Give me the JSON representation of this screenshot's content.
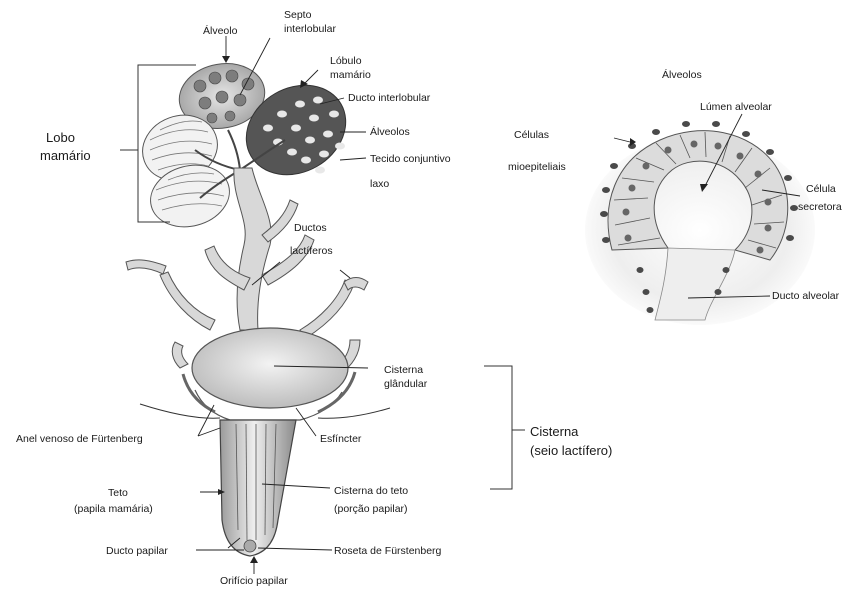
{
  "labels": {
    "alveolo": "Álveolo",
    "septo_1": "Septo",
    "septo_2": "interlobular",
    "lobulo_1": "Lóbulo",
    "lobulo_2": "mamário",
    "ducto_interlobular": "Ducto interlobular",
    "alveolos_left": "Álveolos",
    "tecido_1": "Tecido conjuntivo",
    "tecido_2": "laxo",
    "lobo_1": "Lobo",
    "lobo_2": "mamário",
    "ductos_1": "Ductos",
    "ductos_2": "lactíferos",
    "cisterna_glandular_1": "Cisterna",
    "cisterna_glandular_2": "glândular",
    "anel_venoso": "Anel venoso de Fürtenberg",
    "esfincter": "Esfíncter",
    "cisterna_1": "Cisterna",
    "cisterna_2": "(seio lactífero)",
    "teto_1": "Teto",
    "teto_2": "(papila mamária)",
    "cisterna_teto_1": "Cisterna do teto",
    "cisterna_teto_2": "(porção papilar)",
    "ducto_papilar": "Ducto papilar",
    "roseta": "Roseta de Fürstenberg",
    "orificio": "Orifício papilar",
    "alveolos_right": "Álveolos",
    "lumen": "Lúmen alveolar",
    "celulas_1": "Células",
    "celulas_2": "mioepiteliais",
    "celula_sec_1": "Célula",
    "celula_sec_2": "secretora",
    "ducto_alveolar": "Ducto alveolar"
  }
}
